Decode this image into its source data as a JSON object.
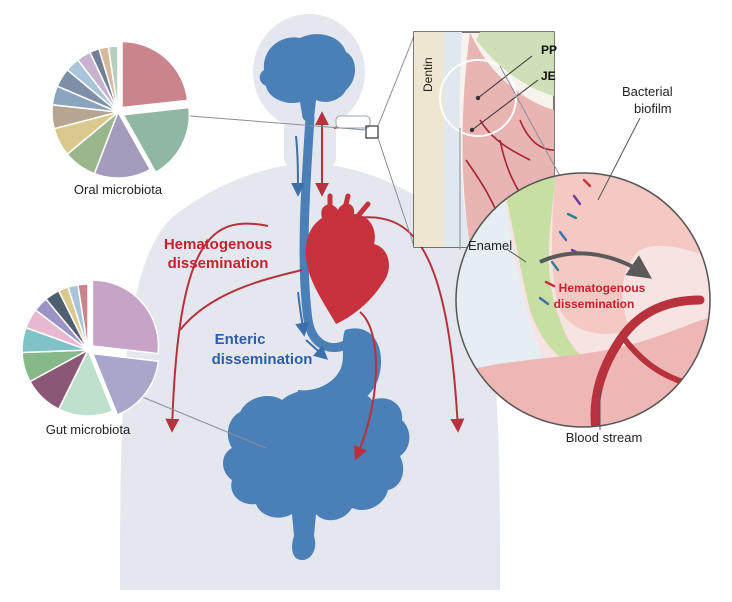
{
  "labels": {
    "oral_microbiota": "Oral microbiota",
    "gut_microbiota": "Gut microbiota",
    "hematogenous_1": "Hematogenous",
    "hematogenous_2": "dissemination",
    "enteric_1": "Enteric",
    "enteric_2": "dissemination",
    "dentin": "Dentin",
    "pp": "PP",
    "je": "JE",
    "bacterial_1": "Bacterial",
    "bacterial_2": "biofilm",
    "enamel": "Enamel",
    "zoom_hemato_1": "Hematogenous",
    "zoom_hemato_2": "dissemination",
    "blood_stream": "Blood stream"
  },
  "colors": {
    "body_silhouette": "#e4e8ee",
    "organ_blue": "#4a7fb8",
    "heart_red": "#c8323f",
    "artery_red": "#b8323e",
    "hemato_text": "#c8202e",
    "enteric_text": "#2f5ea8",
    "gum_pink": "#e9b4b4",
    "tissue_pink": "#f0c6c2",
    "biofilm_green": "#b9d48c",
    "dentin_beige": "#efe6cf"
  },
  "pies": {
    "oral": [
      {
        "value": 20,
        "color": "#c9848c"
      },
      {
        "value": 16,
        "color": "#8fb7a4"
      },
      {
        "value": 12,
        "color": "#a49bbd"
      },
      {
        "value": 7,
        "color": "#9bb58d"
      },
      {
        "value": 6,
        "color": "#d9c98f"
      },
      {
        "value": 5,
        "color": "#b6a68f"
      },
      {
        "value": 4,
        "color": "#8aa4bf"
      },
      {
        "value": 4,
        "color": "#7f8fa8"
      },
      {
        "value": 3,
        "color": "#a7c4d8"
      },
      {
        "value": 3,
        "color": "#c7b3cf"
      },
      {
        "value": 2,
        "color": "#6f7f95"
      },
      {
        "value": 2,
        "color": "#d6b89b"
      },
      {
        "value": 2,
        "color": "#b8d0c0"
      }
    ],
    "gut": [
      {
        "value": 22,
        "color": "#c7a3c7"
      },
      {
        "value": 14,
        "color": "#a9a6cc"
      },
      {
        "value": 11,
        "color": "#bfe0cc"
      },
      {
        "value": 8,
        "color": "#8c5777"
      },
      {
        "value": 6,
        "color": "#86b88a"
      },
      {
        "value": 5,
        "color": "#7fc3c7"
      },
      {
        "value": 4,
        "color": "#e7b8cf"
      },
      {
        "value": 3,
        "color": "#9b93c6"
      },
      {
        "value": 3,
        "color": "#4f5f6f"
      },
      {
        "value": 2,
        "color": "#d9c98f"
      },
      {
        "value": 2,
        "color": "#a7c4d8"
      },
      {
        "value": 2,
        "color": "#c9848c"
      }
    ]
  }
}
